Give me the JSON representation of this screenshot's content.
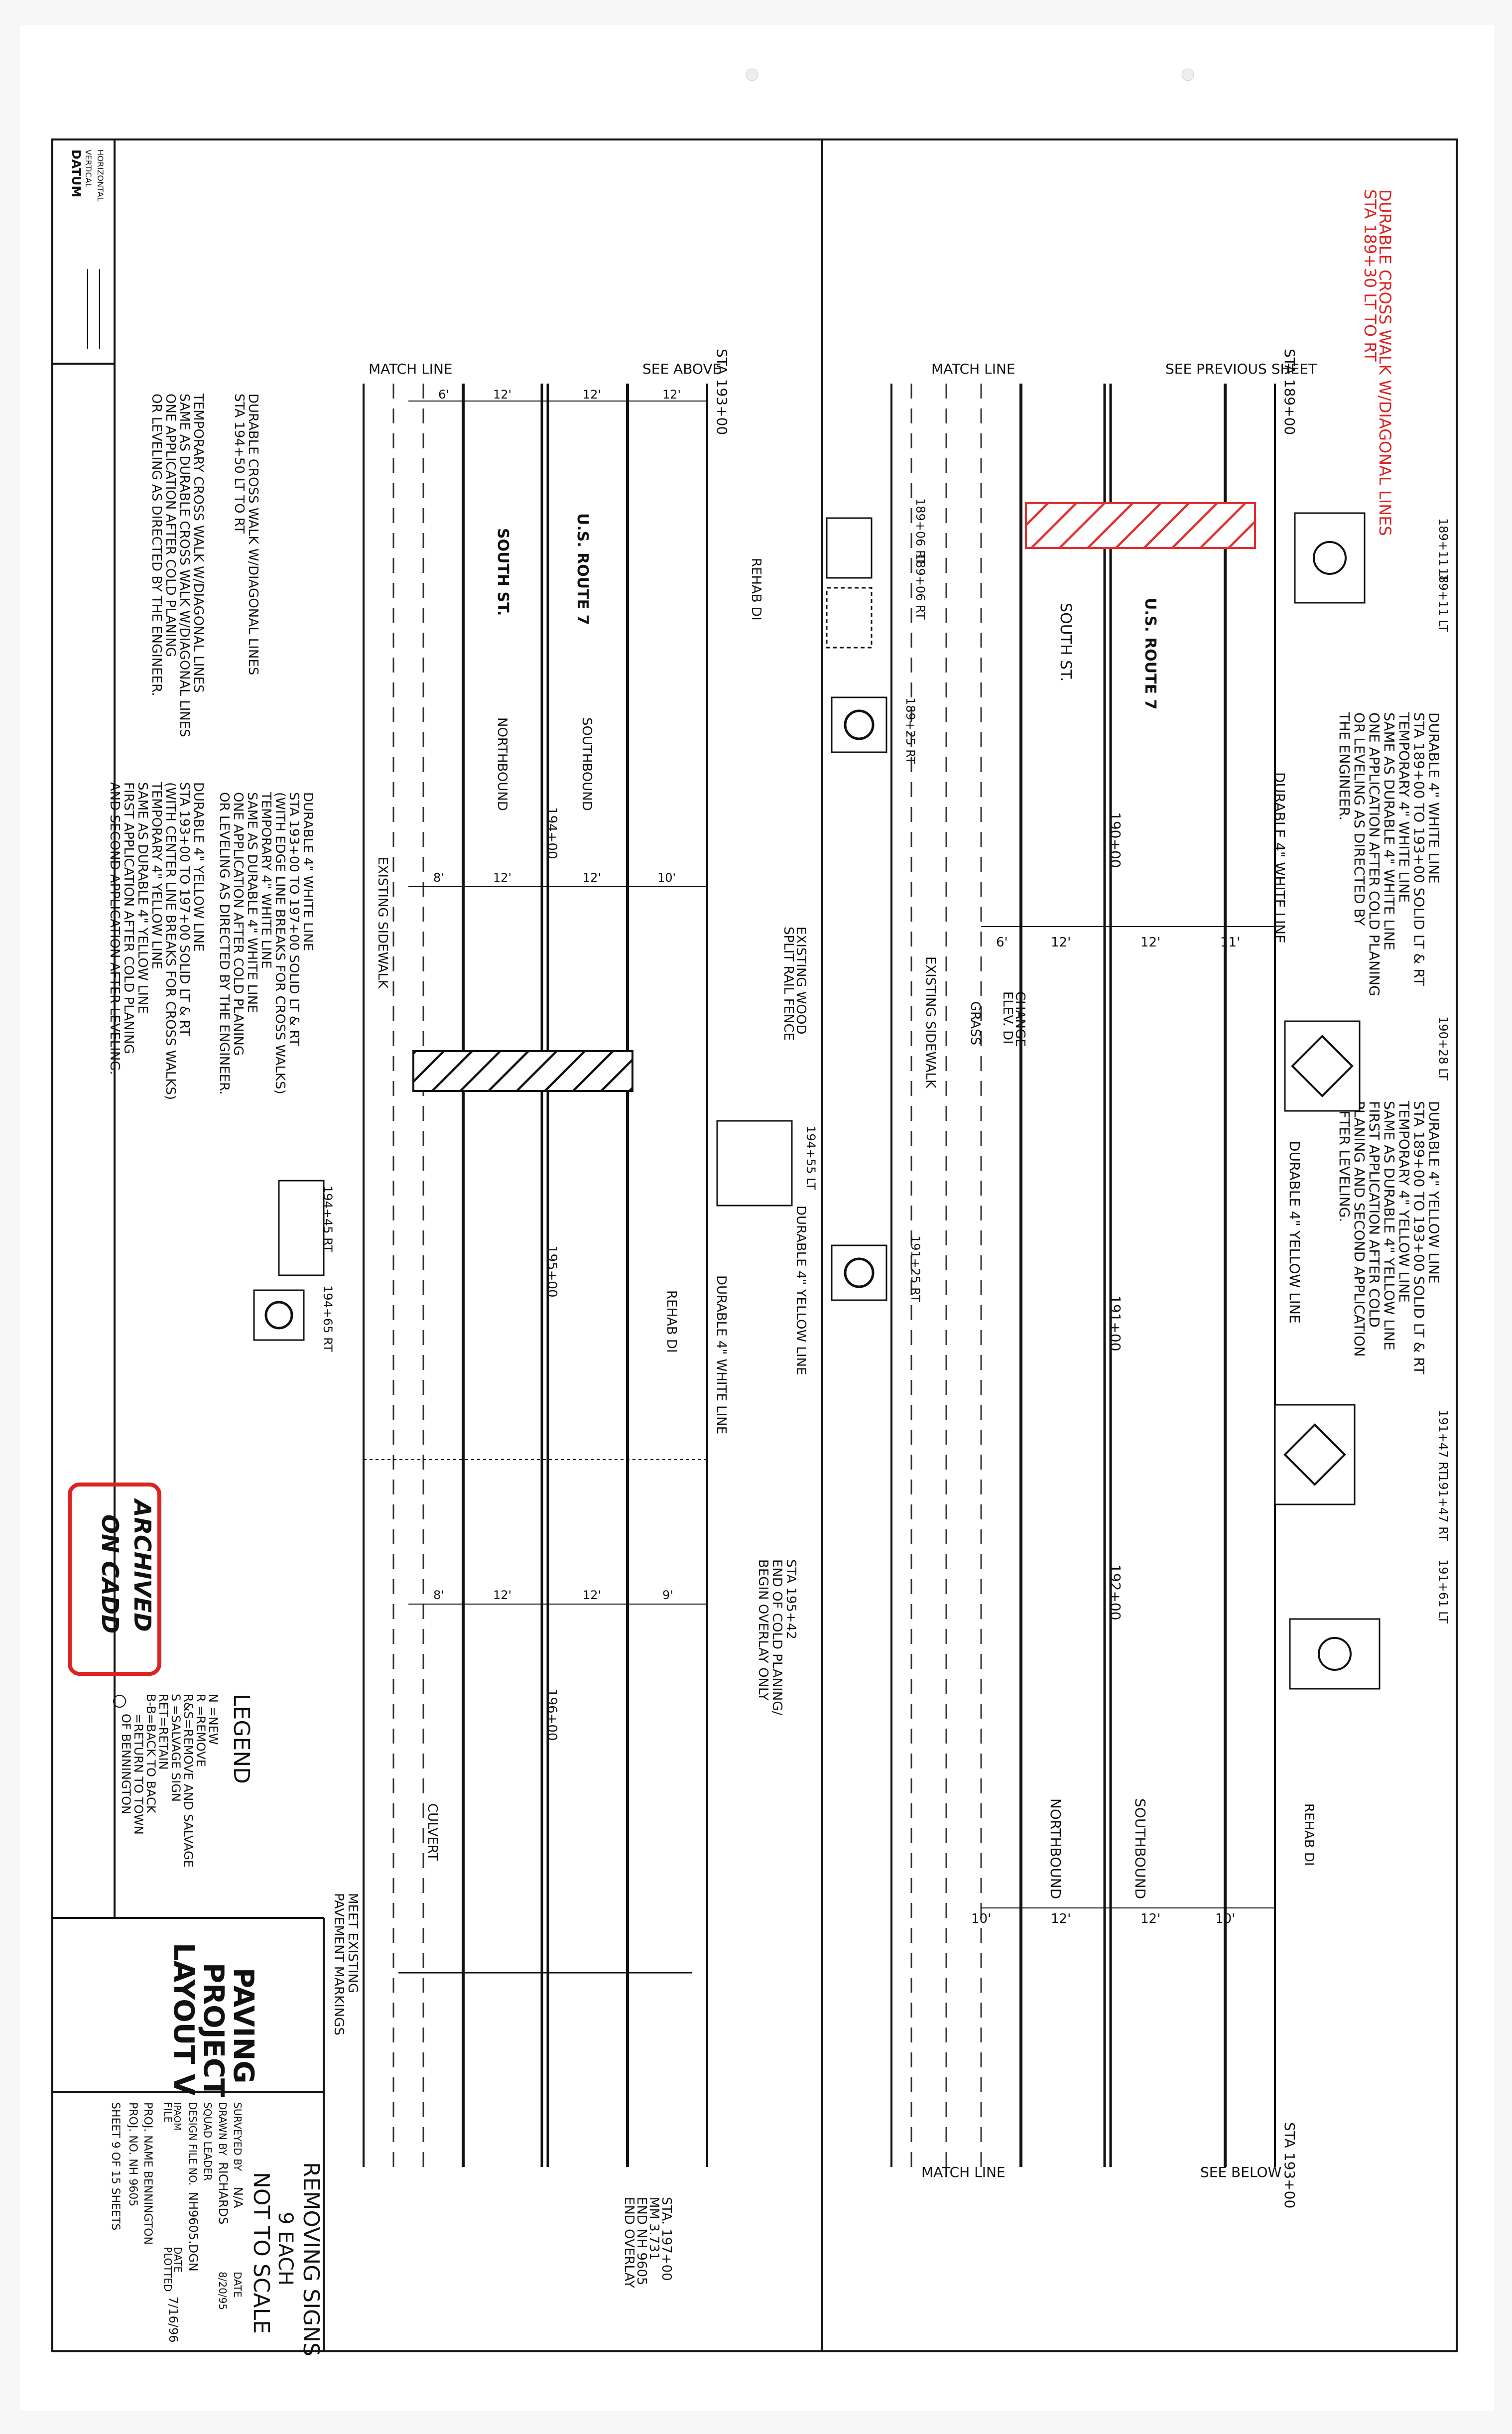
{
  "datum": {
    "title": "DATUM",
    "vertical": "VERTICAL",
    "horizontal": "HORIZONTAL"
  },
  "top_plan": {
    "crosswalk_note": [
      "DURABLE CROSS WALK W/DIAGONAL LINES",
      "STA 189+30 LT TO RT"
    ],
    "sta_start": "STA 189+00",
    "sta_end": "STA 193+00",
    "see_previous": "SEE PREVIOUS SHEET",
    "see_below": "SEE BELOW",
    "match_line": "MATCH LINE",
    "route": "U.S. ROUTE 7",
    "street": "SOUTH ST.",
    "southbound": "SOUTHBOUND",
    "northbound": "NORTHBOUND",
    "stations": [
      "190+00",
      "191+00",
      "192+00"
    ],
    "widths_a": [
      "6'",
      "12'",
      "12'",
      "11'"
    ],
    "widths_b": [
      "10'",
      "12'",
      "12'",
      "10'"
    ],
    "sign_refs": [
      "189+11 LT",
      "189+11 LT",
      "189+06 RT",
      "189+06 RT",
      "189+25 RT",
      "190+28 LT",
      "191+25 RT",
      "191+47 RT",
      "191+47 RT",
      "191+61 LT"
    ],
    "white_line_note": [
      "DURABLE 4\" WHITE LINE",
      "STA 189+00 TO 193+00 SOLID LT & RT"
    ],
    "temp_white_note": [
      "TEMPORARY 4\" WHITE LINE",
      "SAME AS DURABLE 4\" WHITE LINE",
      "ONE APPLICATION AFTER COLD PLANING",
      "OR LEVELING AS DIRECTED BY",
      "THE ENGINEER."
    ],
    "yellow_line_note": [
      "DURABLE 4\" YELLOW LINE",
      "STA 189+00 TO 193+00 SOLID LT & RT"
    ],
    "temp_yellow_note": [
      "TEMPORARY 4\" YELLOW LINE",
      "SAME AS DURABLE 4\" YELLOW LINE",
      "FIRST APPLICATION AFTER COLD",
      "PLANING AND SECOND APPLICATION",
      "AFTER LEVELING."
    ],
    "durable_white_label": "DURABLE 4\" WHITE LINE",
    "durable_yellow_label": "DURABLE 4\" YELLOW LINE",
    "change_elev": [
      "CHANGE",
      "ELEV. DI"
    ],
    "grass": "GRASS",
    "existing_sidewalk": "EXISTING SIDEWALK",
    "split_rail": [
      "EXISTING WOOD",
      "SPLIT RAIL FENCE"
    ],
    "rehab_di": "REHAB DI"
  },
  "bottom_plan": {
    "sta_start": "STA 193+00",
    "sta_end": [
      "STA. 197+00",
      "MM 3.731",
      "END NH 9605",
      "END OVERLAY"
    ],
    "see_above": "SEE ABOVE",
    "match_line": "MATCH LINE",
    "route": "U.S. ROUTE 7",
    "street": "SOUTH ST.",
    "southbound": "SOUTHBOUND",
    "northbound": "NORTHBOUND",
    "stations": [
      "194+00",
      "195+00",
      "196+00"
    ],
    "widths_a": [
      "6'",
      "12'",
      "12'",
      "12'"
    ],
    "widths_b": [
      "8'",
      "12'",
      "12'",
      "10'"
    ],
    "widths_c": [
      "8'",
      "12'",
      "12'",
      "9'"
    ],
    "crosswalk_note": [
      "DURABLE CROSS WALK W/DIAGONAL LINES",
      "STA 194+50 LT TO RT"
    ],
    "temp_crosswalk_note": [
      "TEMPORARY CROSS WALK W/DIAGONAL LINES",
      "SAME AS DURABLE CROSS WALK W/DIAGONAL LINES",
      "ONE APPLICATION AFTER COLD PLANING",
      "OR LEVELING AS DIRECTED BY THE ENGINEER."
    ],
    "white_line_note": [
      "DURABLE 4\" WHITE LINE",
      "STA 193+00 TO 197+00 SOLID LT & RT",
      "(WITH EDGE LINE BREAKS FOR CROSS WALKS)"
    ],
    "temp_white_note": [
      "TEMPORARY 4\" WHITE LINE",
      "SAME AS DURABLE 4\" WHITE LINE",
      "ONE APPLICATION AFTER COLD PLANING",
      "OR LEVELING AS DIRECTED BY THE ENGINEER."
    ],
    "yellow_line_note": [
      "DURABLE 4\" YELLOW LINE",
      "STA 193+00 TO 197+00 SOLID LT & RT",
      "(WITH CENTER LINE BREAKS FOR CROSS WALKS)"
    ],
    "temp_yellow_note": [
      "TEMPORARY 4\" YELLOW LINE",
      "SAME AS DURABLE 4\" YELLOW LINE",
      "FIRST APPLICATION AFTER COLD PLANING",
      "AND SECOND APPLICATION AFTER LEVELING."
    ],
    "sign_refs": [
      "194+55 LT",
      "194+45 RT",
      "194+65 RT"
    ],
    "durable_white_label": "DURABLE 4\" WHITE LINE",
    "durable_yellow_label": "DURABLE 4\" YELLOW LINE",
    "existing_sidewalk": "EXISTING SIDEWALK",
    "rehab_di": "REHAB DI",
    "cold_planing": [
      "STA 195+42",
      "END OF COLD PLANING/",
      "BEGIN OVERLAY ONLY"
    ],
    "culvert": "CULVERT",
    "meet_existing": [
      "MEET EXISTING",
      "PAVEMENT MARKINGS"
    ]
  },
  "stamp": [
    "ARCHIVED",
    "ON CADD"
  ],
  "legend": {
    "title": "LEGEND",
    "items": [
      "N =NEW",
      "R =REMOVE",
      "R&S=REMOVE AND SALVAGE",
      "S =SALVAGE SIGN",
      "RET=RETAIN",
      "B-B=BACK TO BACK",
      "=RETURN TO TOWN",
      "OF BENNINGTON"
    ]
  },
  "removing_signs": [
    "REMOVING SIGNS",
    "9 EACH",
    "NOT TO SCALE"
  ],
  "title_block": {
    "title": [
      "PAVING",
      "PROJECT",
      "LAYOUT V"
    ],
    "surveyed_by": "SURVEYED BY",
    "surveyed_val": "N/A",
    "date1_label": "DATE",
    "date1": "8/20/95",
    "drawn_by": "DRAWN BY",
    "drawn_val": "RICHARDS",
    "squad_leader": "SQUAD LEADER",
    "design_file": "DESIGN FILE NO.",
    "design_file_val": "NH9605.DGN",
    "ipaom": "IPAOM",
    "file": "FILE",
    "date2_label": "DATE",
    "plotted": "PLOTTED",
    "date2": "7/16/96",
    "proj_name": "PROJ. NAME BENNINGTON",
    "proj_no": "PROJ. NO. NH 9605",
    "sheet": "SHEET  9  OF  15  SHEETS"
  },
  "colors": {
    "ink": "#111111",
    "red": "#dd2222",
    "hatch_red": "#e03030"
  }
}
